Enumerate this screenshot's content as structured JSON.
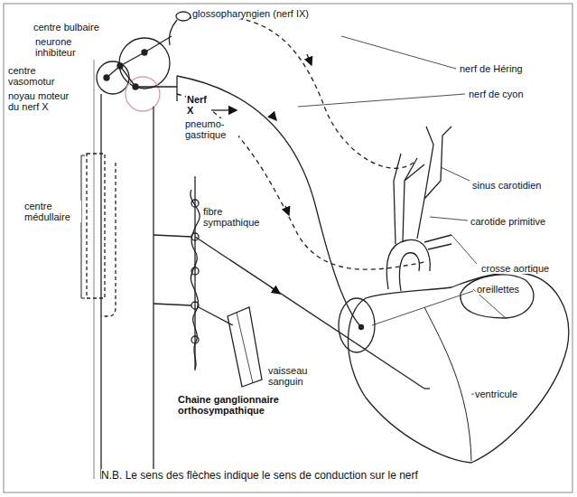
{
  "diagram": {
    "caption": "N.B. Le sens des flèches indique le sens de conduction sur le nerf",
    "labels": [
      "glossopharyngien (nerf IX)",
      "centre bulbaire",
      "neurone inhibiteur",
      "centre vasomotur",
      "noyau moteur du nerf X",
      "Nerf X",
      "pneumo-gastrique",
      "nerf de Héring",
      "nerf de cyon",
      "sinus carotidien",
      "carotide primitive",
      "crosse aortique",
      "oreillettes",
      "centre médullaire",
      "fibre sympathique",
      "vaisseau sanguin",
      "ventricule",
      "Chaine ganglionnaire orthosympathique"
    ]
  }
}
